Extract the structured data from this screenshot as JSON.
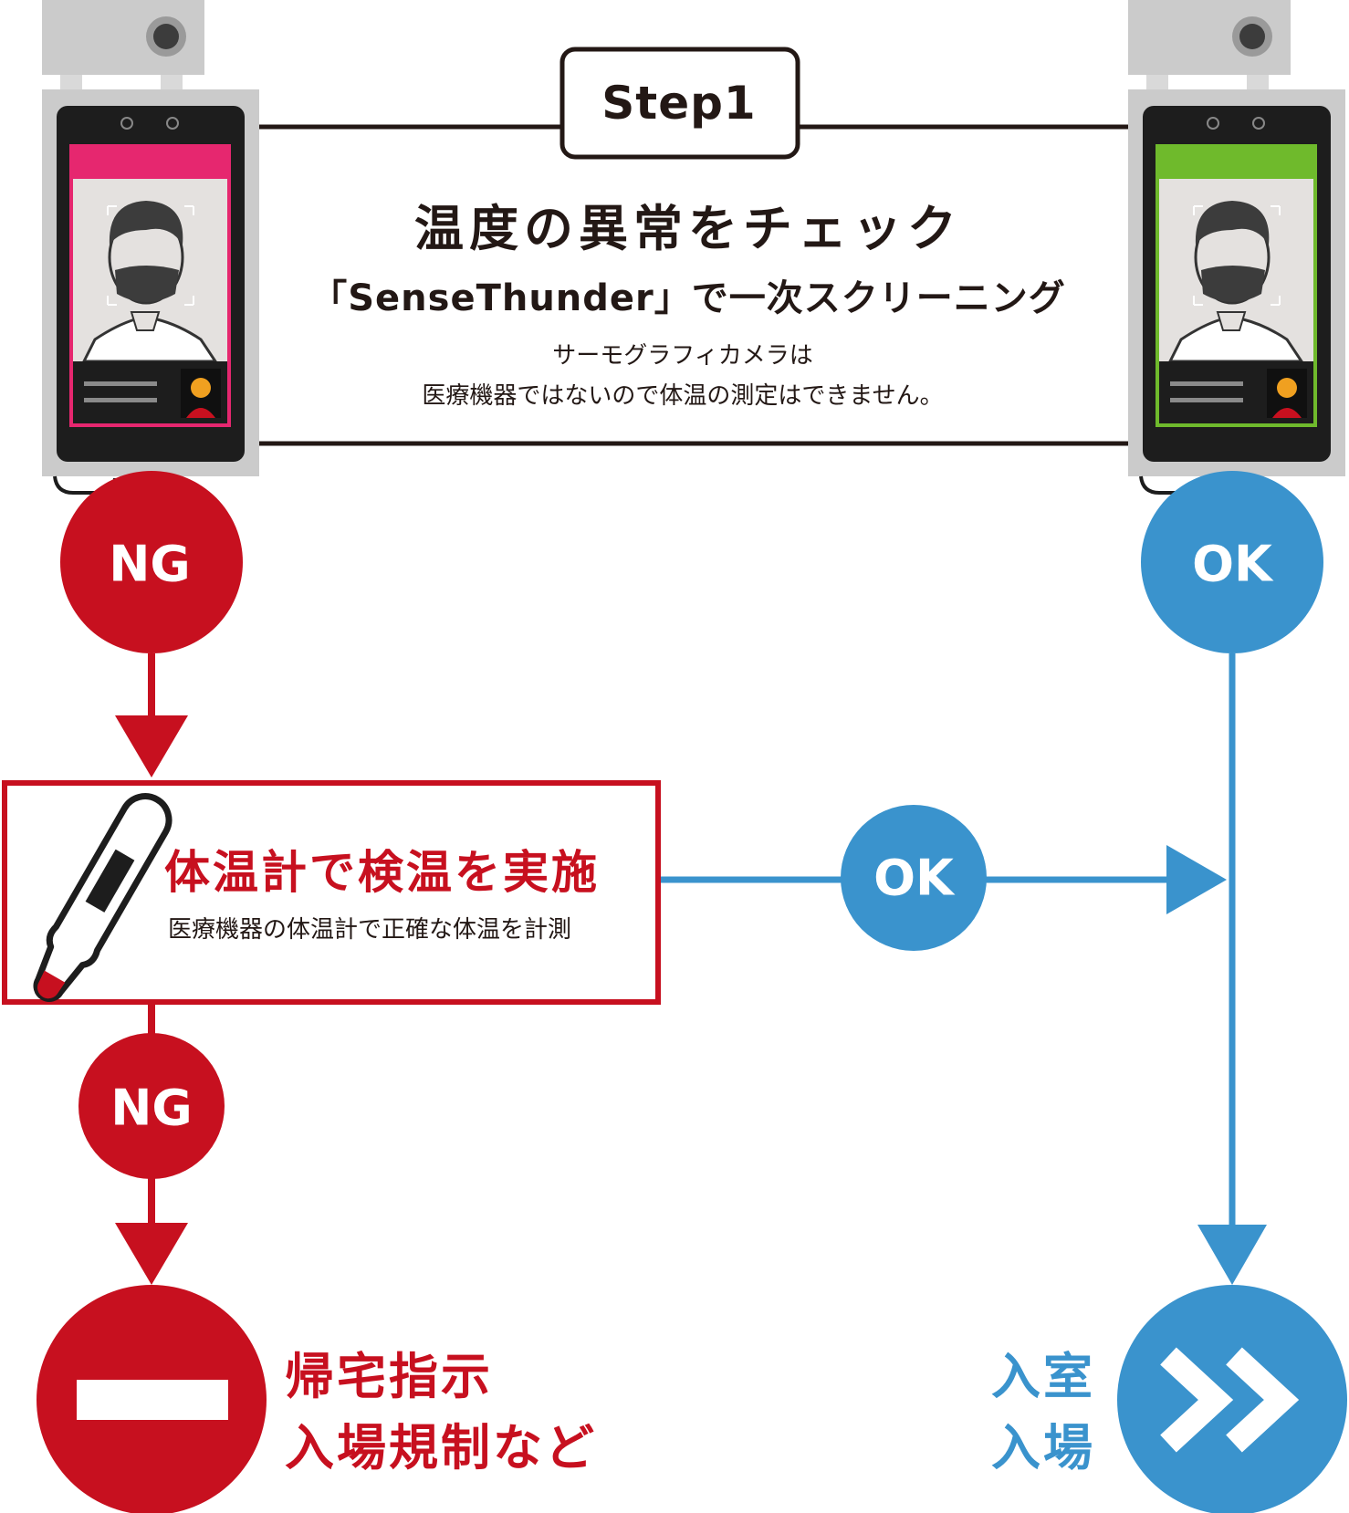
{
  "step": {
    "label": "Step1"
  },
  "check": {
    "title": "温度の異常をチェック",
    "subtitle": "「SenseThunder」で一次スクリーニング",
    "note_line1": "サーモグラフィカメラは",
    "note_line2": "医療機器ではないので体温の測定はできません。"
  },
  "first_result": {
    "ng_label": "NG",
    "ok_label": "OK"
  },
  "thermometer_box": {
    "title": "体温計で検温を実施",
    "note": "医療機器の体温計で正確な体温を計測"
  },
  "second_result": {
    "ng_label": "NG",
    "ok_label": "OK"
  },
  "ng_outcome": {
    "line1": "帰宅指示",
    "line2": "入場規制など"
  },
  "ok_outcome": {
    "line1": "入室",
    "line2": "入場"
  },
  "icons": [
    "thermal-camera-device-icon",
    "face-mask-person-icon",
    "thermometer-icon",
    "no-entry-icon",
    "double-chevron-right-icon"
  ],
  "colors": {
    "ng_red": "#c7101f",
    "ok_blue": "#3a93cd",
    "device_gray": "#cbcbcb",
    "screen_pink": "#e6276f",
    "screen_green": "#6fba2c",
    "text_dark": "#231815"
  }
}
